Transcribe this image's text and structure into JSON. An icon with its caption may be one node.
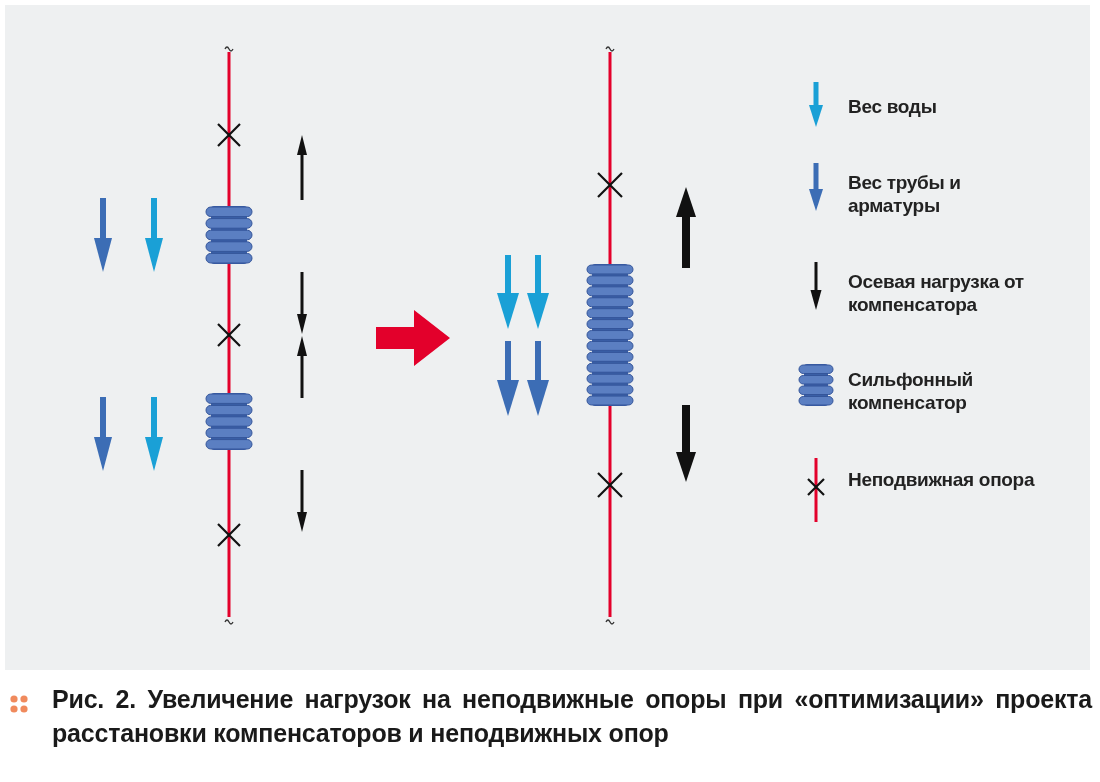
{
  "diagram": {
    "caption": "**Рис. 2.** Увеличение нагрузок на неподвижные опоры при «оптимизации» проекта расстановки компенсаторов и неподвижных опор",
    "legend": [
      {
        "text": "Вес воды"
      },
      {
        "text": "Вес трубы и арматуры"
      },
      {
        "text": "Осевая нагрузка от компенсатора"
      },
      {
        "text": "Сильфонный компенсатор"
      },
      {
        "text": "Неподвижная опора"
      }
    ]
  }
}
